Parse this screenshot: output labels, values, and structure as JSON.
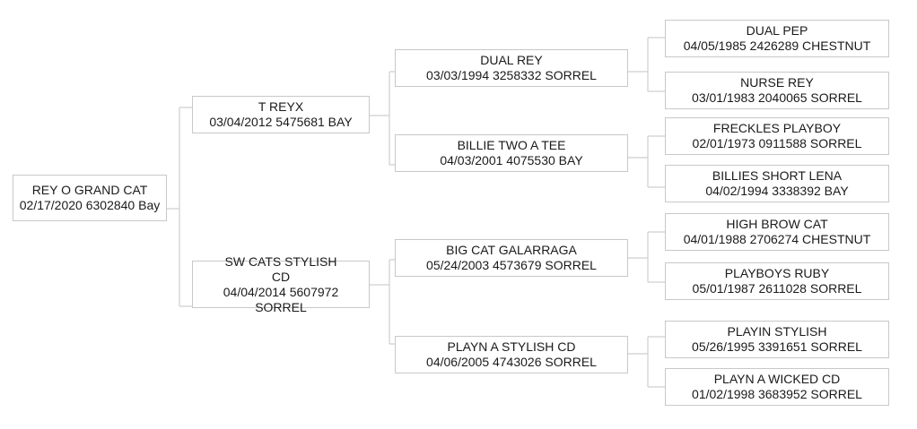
{
  "pedigree": {
    "subject": {
      "name": "REY O GRAND CAT",
      "details": "02/17/2020 6302840 Bay"
    },
    "sire": {
      "name": "T REYX",
      "details": "03/04/2012 5475681 BAY"
    },
    "dam": {
      "name": "SW CATS STYLISH CD",
      "details": "04/04/2014 5607972 SORREL"
    },
    "ss": {
      "name": "DUAL REY",
      "details": "03/03/1994 3258332 SORREL"
    },
    "sd": {
      "name": "BILLIE TWO A TEE",
      "details": "04/03/2001 4075530 BAY"
    },
    "ds": {
      "name": "BIG CAT GALARRAGA",
      "details": "05/24/2003 4573679 SORREL"
    },
    "dd": {
      "name": "PLAYN A STYLISH CD",
      "details": "04/06/2005 4743026 SORREL"
    },
    "sss": {
      "name": "DUAL PEP",
      "details": "04/05/1985 2426289 CHESTNUT"
    },
    "ssd": {
      "name": "NURSE REY",
      "details": "03/01/1983 2040065 SORREL"
    },
    "sds": {
      "name": "FRECKLES PLAYBOY",
      "details": "02/01/1973 0911588 SORREL"
    },
    "sdd": {
      "name": "BILLIES SHORT LENA",
      "details": "04/02/1994 3338392 BAY"
    },
    "dss": {
      "name": "HIGH BROW CAT",
      "details": "04/01/1988 2706274 CHESTNUT"
    },
    "dsd": {
      "name": "PLAYBOYS RUBY",
      "details": "05/01/1987 2611028 SORREL"
    },
    "dds": {
      "name": "PLAYIN STYLISH",
      "details": "05/26/1995 3391651 SORREL"
    },
    "ddd": {
      "name": "PLAYN A WICKED CD",
      "details": "01/02/1998 3683952 SORREL"
    }
  }
}
